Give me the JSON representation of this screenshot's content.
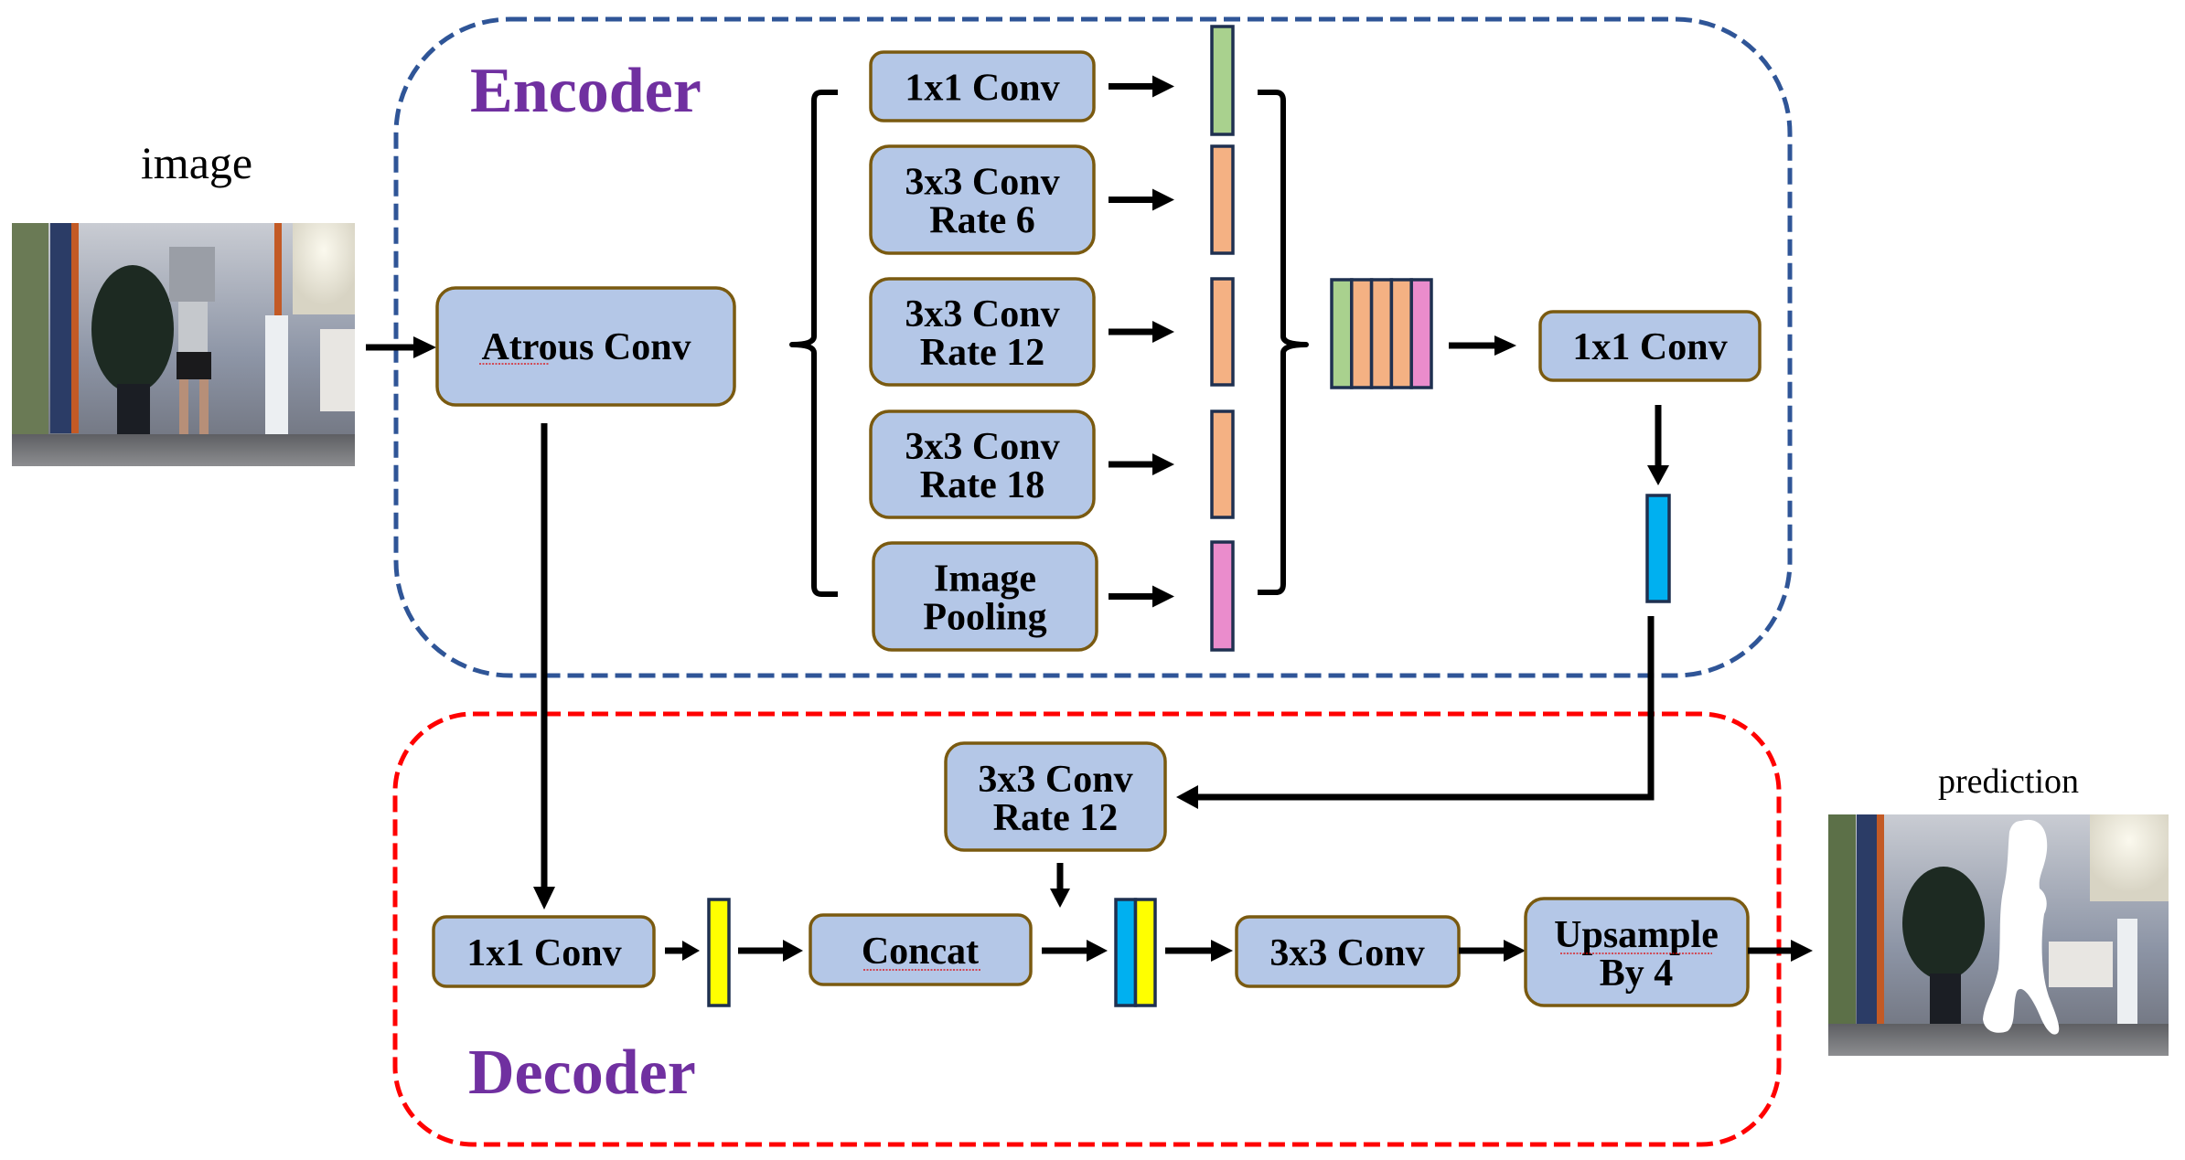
{
  "labels": {
    "input_image": "image",
    "prediction": "prediction",
    "encoder": "Encoder",
    "decoder": "Decoder"
  },
  "colors": {
    "encoder_border": "#2f5597",
    "decoder_border": "#ff0000",
    "section_title": "#7030a0",
    "box_fill": "#b4c7e7",
    "box_border": "#7a5a10",
    "feature_1x1": "#a9d18e",
    "feature_atrous": "#f4b183",
    "feature_pooling": "#ea8ccc",
    "feature_encoder_out": "#00b0f0",
    "feature_low_level": "#ffff00"
  },
  "encoder": {
    "atrous_conv": [
      "Atrous Conv"
    ],
    "aspp_branches": [
      {
        "lines": [
          "1x1 Conv"
        ],
        "feature": "feature_1x1"
      },
      {
        "lines": [
          "3x3 Conv",
          "Rate 6"
        ],
        "feature": "feature_atrous"
      },
      {
        "lines": [
          "3x3 Conv",
          "Rate 12"
        ],
        "feature": "feature_atrous"
      },
      {
        "lines": [
          "3x3 Conv",
          "Rate 18"
        ],
        "feature": "feature_atrous"
      },
      {
        "lines": [
          "Image",
          "Pooling"
        ],
        "feature": "feature_pooling"
      }
    ],
    "concat_stack": [
      "feature_1x1",
      "feature_atrous",
      "feature_atrous",
      "feature_atrous",
      "feature_pooling"
    ],
    "projection": [
      "1x1 Conv"
    ],
    "output_feature": "feature_encoder_out"
  },
  "decoder": {
    "low_level_conv": [
      "1x1 Conv"
    ],
    "encoder_branch_conv": [
      "3x3 Conv",
      "Rate 12"
    ],
    "concat": [
      "Concat"
    ],
    "concat_stack": [
      "feature_encoder_out",
      "feature_low_level"
    ],
    "refine_conv": [
      "3x3 Conv"
    ],
    "upsample": [
      "Upsample",
      "By 4"
    ]
  }
}
